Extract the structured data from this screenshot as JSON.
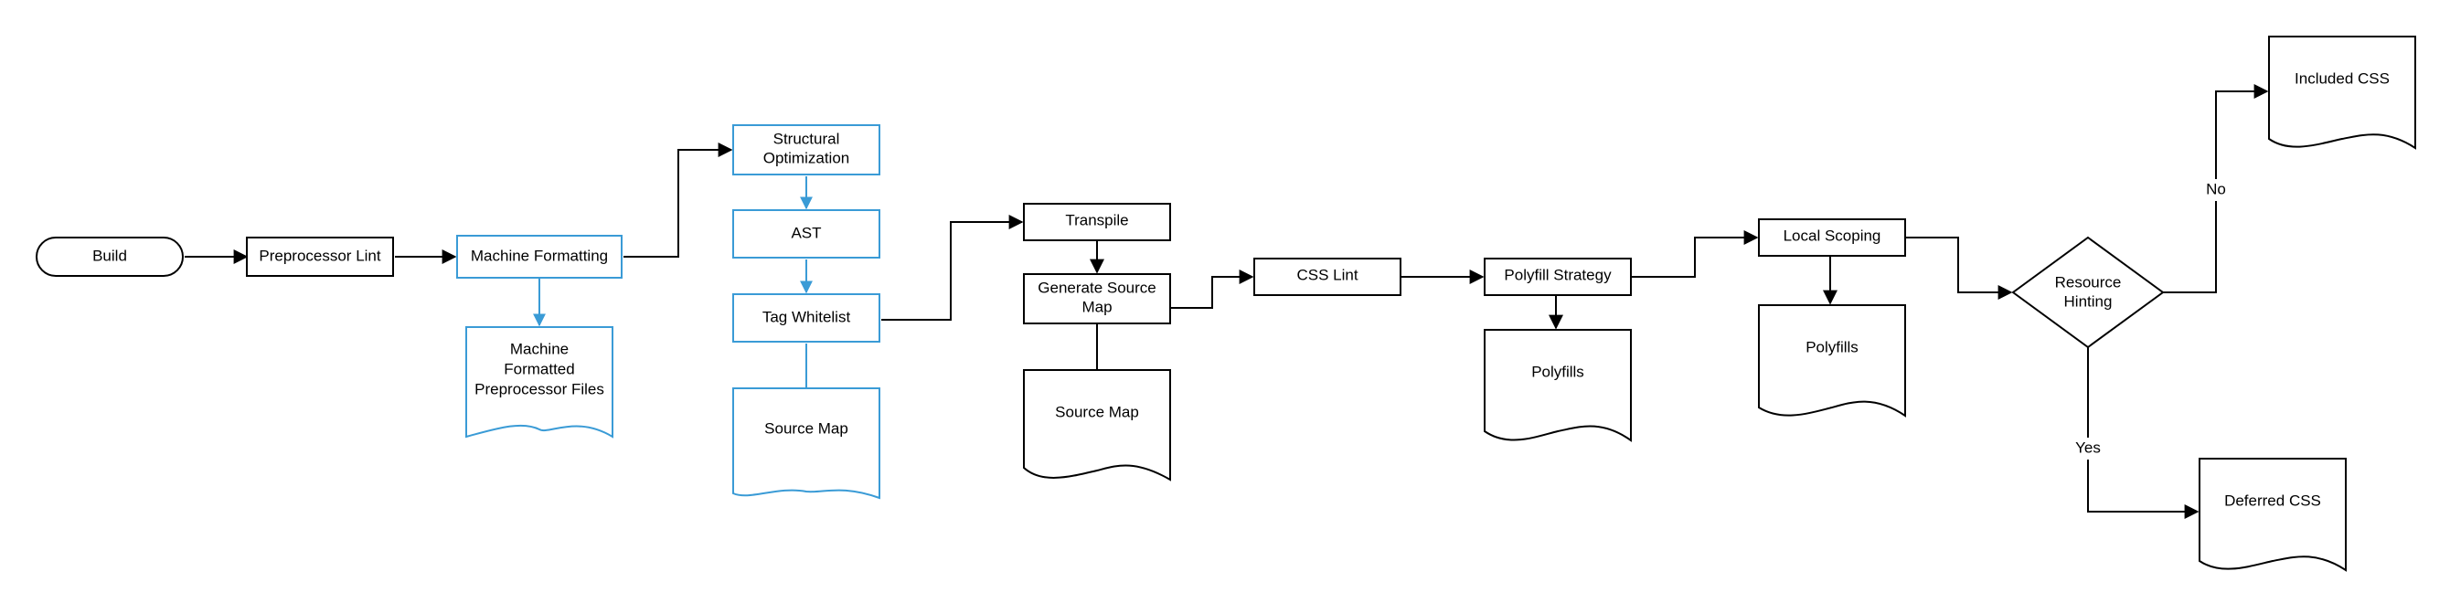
{
  "colors": {
    "black": "#000000",
    "blue": "#3a9bd6"
  },
  "nodes": {
    "build": "Build",
    "preprocessor_lint": "Preprocessor Lint",
    "machine_formatting": "Machine Formatting",
    "machine_formatted_files": [
      "Machine",
      "Formatted",
      "Preprocessor Files"
    ],
    "structural_optimization": [
      "Structural",
      "Optimization"
    ],
    "ast": "AST",
    "tag_whitelist": "Tag Whitelist",
    "source_map_blue": "Source Map",
    "transpile": "Transpile",
    "generate_source_map": [
      "Generate Source",
      "Map"
    ],
    "source_map_black": "Source Map",
    "css_lint": "CSS Lint",
    "polyfill_strategy": "Polyfill Strategy",
    "polyfills_1": "Polyfills",
    "local_scoping": "Local Scoping",
    "polyfills_2": "Polyfills",
    "resource_hinting": [
      "Resource",
      "Hinting"
    ],
    "included_css": "Included CSS",
    "deferred_css": "Deferred CSS"
  },
  "edge_labels": {
    "no": "No",
    "yes": "Yes"
  }
}
